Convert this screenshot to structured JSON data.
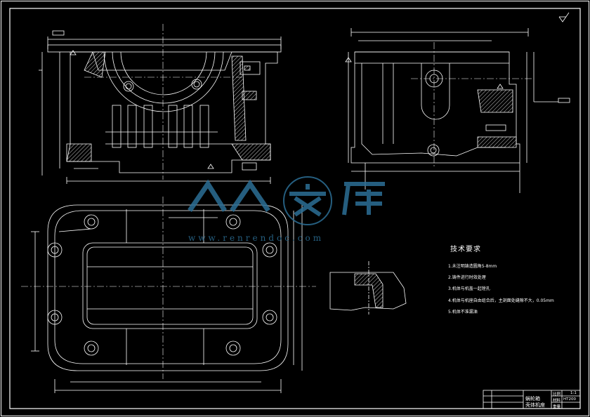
{
  "requirements": {
    "title": "技术要求",
    "items": [
      "1.未注明铸造圆角5-8mm",
      "2.铸件进行时效处理",
      "3.机体与机盖一起镗孔",
      "4.机体与机座自由组合后，主剖面处缝隙不大，0.05mm",
      "5.机体不准漏油"
    ]
  },
  "watermark": {
    "text": "人人文库",
    "url": "www.renrendoc.com"
  },
  "title_block": {
    "part_name_line1": "蜗轮箱",
    "part_name_line2": "壳体机座",
    "material": "HT200",
    "scale": "1:1",
    "row_label_1": "比例",
    "row_label_2": "材料",
    "row_label_3": "重量"
  },
  "colors": {
    "background": "#000000",
    "lines": "#ffffff",
    "watermark": "#2c6f96"
  }
}
